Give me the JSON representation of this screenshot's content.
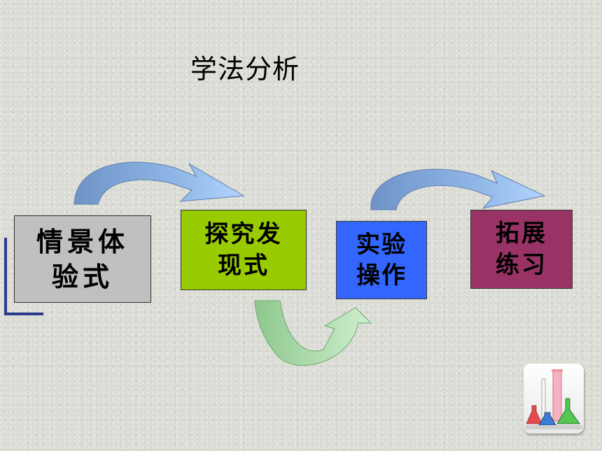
{
  "title": "学法分析",
  "stages": [
    {
      "label": "情景体\n验式",
      "color": "#c0c0c0"
    },
    {
      "label": "探究发\n现式",
      "color": "#99cc00"
    },
    {
      "label": "实验\n操作",
      "color": "#3366ff"
    },
    {
      "label": "拓展\n练习",
      "color": "#993366"
    }
  ],
  "icons": [
    "curved-arrow-icon",
    "lab-glassware-icon"
  ]
}
